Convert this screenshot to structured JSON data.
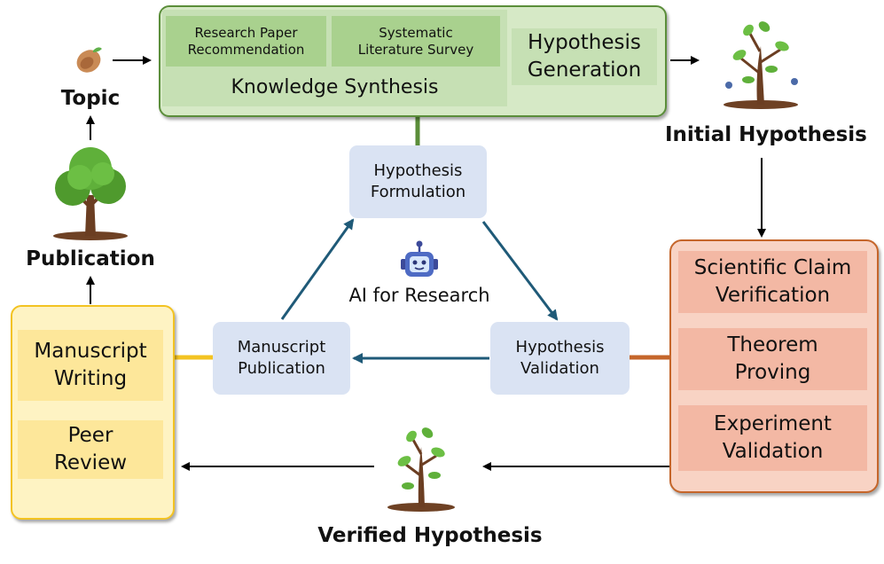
{
  "knowledge_synthesis": {
    "research_paper_recommendation": "Research Paper\nRecommendation",
    "systematic_literature_survey": "Systematic\nLiterature Survey",
    "label": "Knowledge Synthesis",
    "hypothesis_generation": "Hypothesis\nGeneration"
  },
  "cycle": {
    "hypothesis_formulation": "Hypothesis\nFormulation",
    "hypothesis_validation": "Hypothesis\nValidation",
    "manuscript_publication": "Manuscript\nPublication",
    "center_label": "AI for Research"
  },
  "validation": {
    "scientific_claim_verification": "Scientific Claim\nVerification",
    "theorem_proving": "Theorem\nProving",
    "experiment_validation": "Experiment\nValidation"
  },
  "publication_panel": {
    "manuscript_writing": "Manuscript\nWriting",
    "peer_review": "Peer\nReview"
  },
  "labels": {
    "topic": "Topic",
    "publication": "Publication",
    "initial_hypothesis": "Initial Hypothesis",
    "verified_hypothesis": "Verified Hypothesis"
  },
  "icons": {
    "seed": "seed-icon",
    "tree": "tree-icon",
    "sapling_initial": "sapling-icon",
    "sapling_verified": "sapling-icon",
    "robot": "robot-icon"
  },
  "colors": {
    "green_border": "#5b8e3a",
    "orange_border": "#c5662b",
    "yellow_border": "#f3c322",
    "cycle_arrow": "#1f5a78"
  }
}
